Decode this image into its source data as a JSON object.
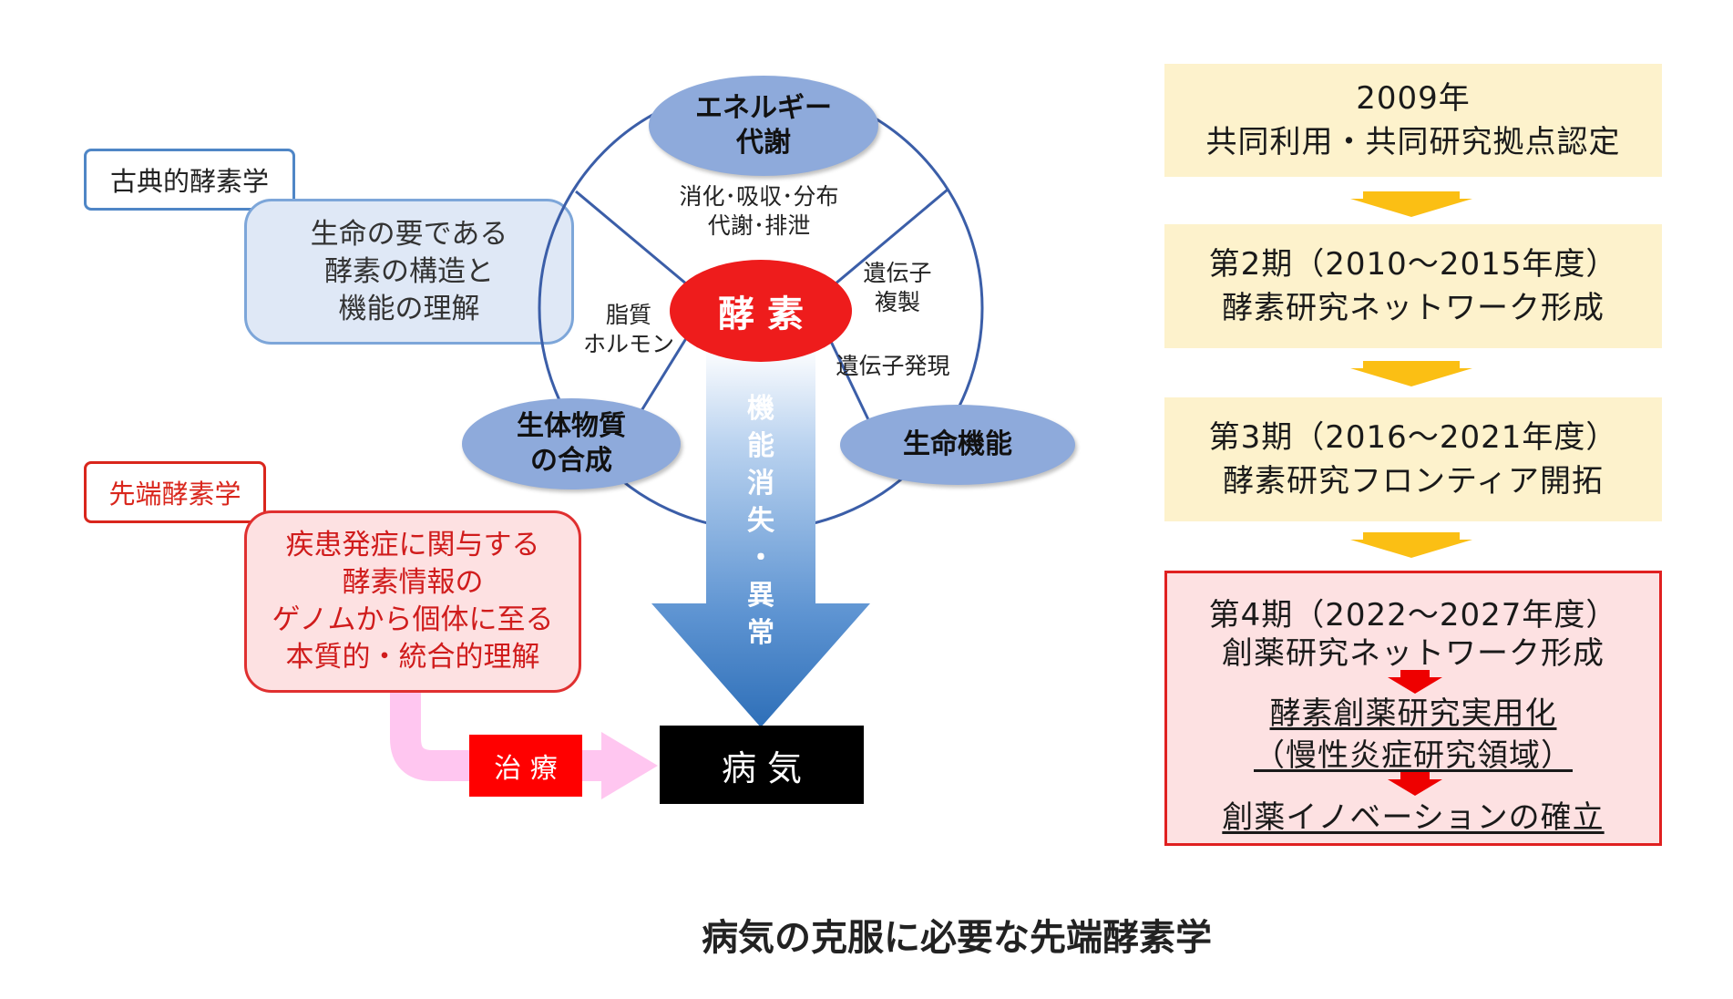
{
  "classical": {
    "tag": "古典的酵素学",
    "lines": [
      "生命の要である",
      "酵素の構造と",
      "機能の理解"
    ]
  },
  "advanced": {
    "tag": "先端酵素学",
    "lines": [
      "疾患発症に関与する",
      "酵素情報の",
      "ゲノムから個体に至る",
      "本質的・統合的理解"
    ]
  },
  "wheel": {
    "center": "酵 素",
    "energy": [
      "エネルギー",
      "代謝"
    ],
    "synthesis": [
      "生体物質",
      "の合成"
    ],
    "life": "生命機能",
    "digest": [
      "消化･吸収･分布",
      "代謝･排泄"
    ],
    "gene_rep": [
      "遺伝子",
      "複製"
    ],
    "lipid": [
      "脂質",
      "ホルモン"
    ],
    "gene_exp": "遺伝子発現"
  },
  "arrow_text": [
    "機",
    "能",
    "消",
    "失",
    "・",
    "異",
    "常"
  ],
  "treatment": "治 療",
  "disease": "病 気",
  "timeline": {
    "box1": [
      "2009年",
      "共同利用・共同研究拠点認定"
    ],
    "box2": [
      "第2期（2010～2015年度）",
      "酵素研究ネットワーク形成"
    ],
    "box3": [
      "第3期（2016～2021年度）",
      "酵素研究フロンティア開拓"
    ],
    "box4": {
      "title": "第4期（2022～2027年度）",
      "subtitle": "創薬研究ネットワーク形成",
      "item1": "酵素創薬研究実用化",
      "item2": "（慢性炎症研究領域）",
      "item3": "創薬イノベーションの確立"
    }
  },
  "caption": "病気の克服に必要な先端酵素学",
  "colors": {
    "accent_red": "#e8201a",
    "ellipse_blue": "#8eaadb",
    "timeline_bg": "#fdf2cc",
    "arrow_orange": "#fbbf14"
  }
}
